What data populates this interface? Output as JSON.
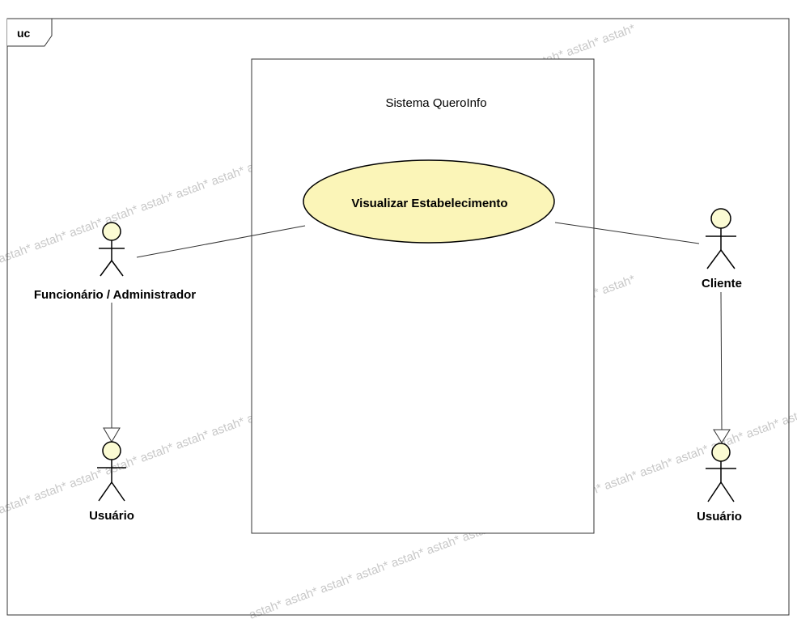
{
  "frame": {
    "tag": "uc"
  },
  "system": {
    "name": "Sistema QueroInfo"
  },
  "use_case": {
    "name": "Visualizar Estabelecimento"
  },
  "actors": {
    "funcionario": "Funcionário / Administrador",
    "usuario_left": "Usuário",
    "cliente": "Cliente",
    "usuario_right": "Usuário"
  },
  "watermark": {
    "text": "astah*"
  },
  "colors": {
    "actor_fill": "#fbfbd3",
    "usecase_fill": "#fbf5b8",
    "line": "#333333",
    "watermark": "#c8c8c8"
  }
}
